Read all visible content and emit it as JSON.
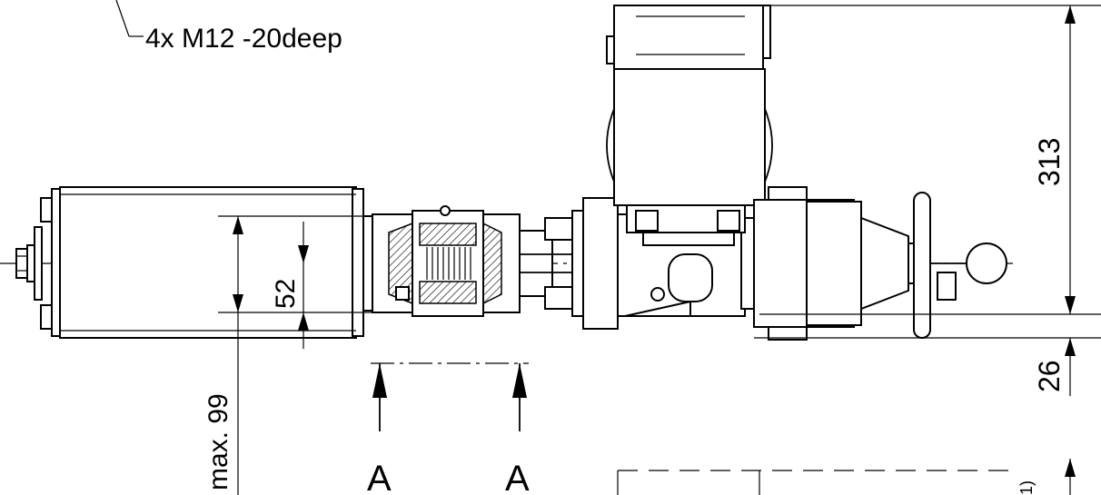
{
  "drawing": {
    "callout": "4x M12 -20deep",
    "dimensions": {
      "height_total": "313",
      "bottom_offset": "26",
      "center_offset": "52",
      "max_width": "max. 99"
    },
    "section_marks": [
      "A",
      "A"
    ],
    "note_mark": "1)"
  }
}
